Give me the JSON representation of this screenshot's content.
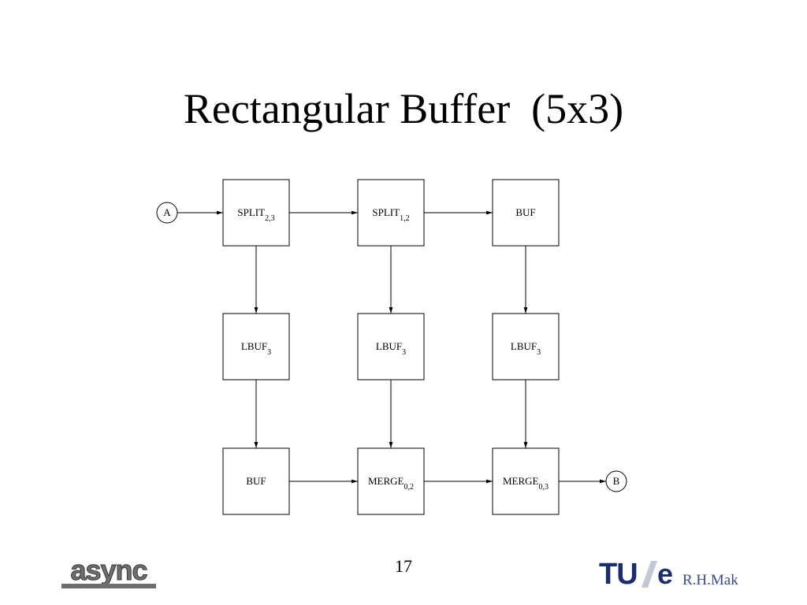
{
  "slide": {
    "title": "Rectangular Buffer  (5x3)",
    "page_number": "17",
    "author": "R.H.Mak"
  },
  "colors": {
    "author": "#3a4a8c",
    "logo_async": "#6e6e6e",
    "logo_tue": "#1d2c6b"
  },
  "diagram": {
    "terminals": [
      {
        "id": "A",
        "label": "A"
      },
      {
        "id": "B",
        "label": "B"
      }
    ],
    "nodes": [
      {
        "id": "n00",
        "main": "SPLIT",
        "sub": "2,3"
      },
      {
        "id": "n01",
        "main": "SPLIT",
        "sub": "1,2"
      },
      {
        "id": "n02",
        "main": "BUF",
        "sub": ""
      },
      {
        "id": "n10",
        "main": "LBUF",
        "sub": "3"
      },
      {
        "id": "n11",
        "main": "LBUF",
        "sub": "3"
      },
      {
        "id": "n12",
        "main": "LBUF",
        "sub": "3"
      },
      {
        "id": "n20",
        "main": "BUF",
        "sub": ""
      },
      {
        "id": "n21",
        "main": "MERGE",
        "sub": "0,2"
      },
      {
        "id": "n22",
        "main": "MERGE",
        "sub": "0,3"
      }
    ],
    "edges": [
      [
        "A",
        "n00"
      ],
      [
        "n00",
        "n01"
      ],
      [
        "n01",
        "n02"
      ],
      [
        "n00",
        "n10"
      ],
      [
        "n01",
        "n11"
      ],
      [
        "n02",
        "n12"
      ],
      [
        "n10",
        "n20"
      ],
      [
        "n11",
        "n21"
      ],
      [
        "n12",
        "n22"
      ],
      [
        "n20",
        "n21"
      ],
      [
        "n21",
        "n22"
      ],
      [
        "n22",
        "B"
      ]
    ]
  }
}
